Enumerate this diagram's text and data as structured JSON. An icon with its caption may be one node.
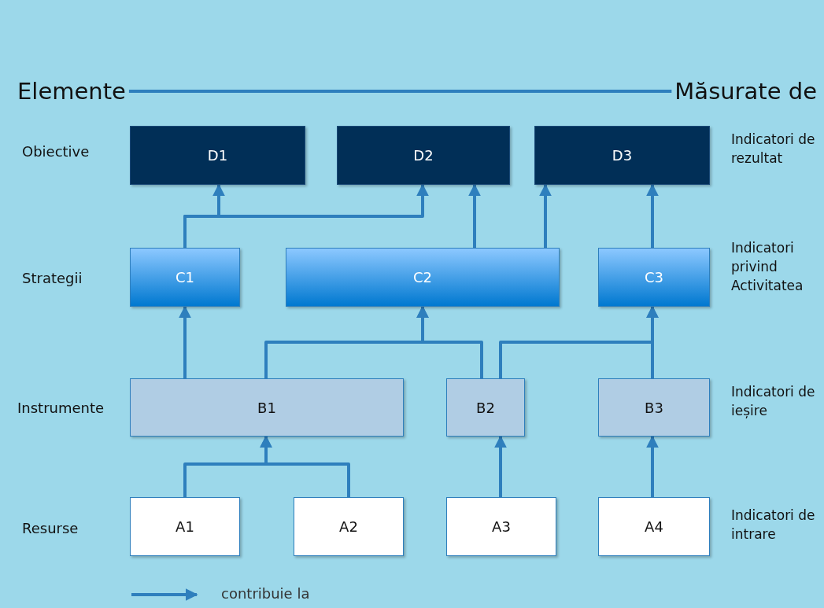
{
  "diagram": {
    "nodes": [
      {
        "text": [
          "Elemente"
        ]
      },
      {
        "text": [
          "Măsurate de"
        ]
      },
      {
        "text": [
          "D1"
        ]
      },
      {
        "text": [
          "D2"
        ]
      },
      {
        "text": [
          "D3"
        ]
      },
      {
        "text": [
          "C1"
        ]
      },
      {
        "text": [
          "C2"
        ]
      },
      {
        "text": [
          "C3"
        ]
      },
      {
        "text": [
          "B1"
        ]
      },
      {
        "text": [
          "B2"
        ]
      },
      {
        "text": [
          "B3"
        ]
      },
      {
        "text": [
          "A1"
        ]
      },
      {
        "text": [
          "A2"
        ]
      },
      {
        "text": [
          "A3"
        ]
      },
      {
        "text": [
          "A4"
        ]
      }
    ],
    "edges": [
      {
        "from": 0,
        "to": 1,
        "arrow": "none"
      },
      {
        "from": 11,
        "to": 8,
        "arrow": "to"
      },
      {
        "from": 12,
        "to": 8,
        "arrow": "to"
      },
      {
        "from": 13,
        "to": 9,
        "arrow": "to"
      },
      {
        "from": 14,
        "to": 10,
        "arrow": "to"
      },
      {
        "from": 8,
        "to": 5,
        "arrow": "to"
      },
      {
        "from": 8,
        "to": 6,
        "arrow": "to"
      },
      {
        "from": 9,
        "to": 6,
        "arrow": "to"
      },
      {
        "from": 9,
        "to": 7,
        "arrow": "to"
      },
      {
        "from": 10,
        "to": 7,
        "arrow": "to"
      },
      {
        "from": 5,
        "to": 2,
        "arrow": "to"
      },
      {
        "from": 5,
        "to": 3,
        "arrow": "to"
      },
      {
        "from": 6,
        "to": 3,
        "arrow": "to"
      },
      {
        "from": 6,
        "to": 4,
        "arrow": "to"
      },
      {
        "from": 7,
        "to": 4,
        "arrow": "to"
      }
    ],
    "labels": [
      "Obiective",
      "Indicatori de rezultat",
      "Strategii",
      "Indicatori privind Activitatea",
      "Instrumente",
      "Indicatori de ieșire",
      "Resurse",
      "Indicatori de intrare"
    ],
    "legend": [
      {
        "text": "contribuie la"
      }
    ]
  }
}
